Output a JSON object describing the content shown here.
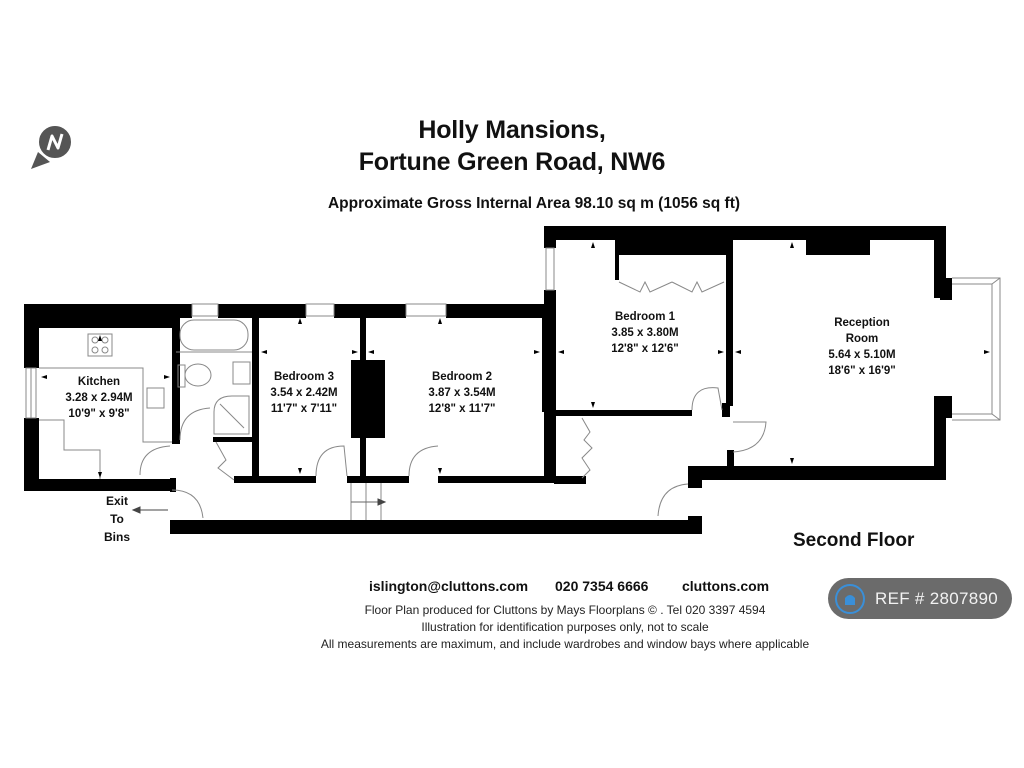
{
  "header": {
    "title_line1": "Holly Mansions,",
    "title_line2": "Fortune Green Road, NW6",
    "area_text": "Approximate Gross Internal Area  98.10 sq m  (1056 sq ft)"
  },
  "compass": {
    "icon": "north-compass-icon",
    "letter": "N"
  },
  "rooms": [
    {
      "name": "Kitchen",
      "metric": "3.28 x 2.94M",
      "imperial": "10'9\" x 9'8\""
    },
    {
      "name": "Bedroom 3",
      "metric": "3.54 x 2.42M",
      "imperial": "11'7\" x 7'11\""
    },
    {
      "name": "Bedroom 2",
      "metric": "3.87 x 3.54M",
      "imperial": "12'8\" x 11'7\""
    },
    {
      "name": "Bedroom 1",
      "metric": "3.85 x 3.80M",
      "imperial": "12'8\" x 12'6\""
    },
    {
      "name_line1": "Reception",
      "name_line2": "Room",
      "metric": "5.64 x 5.10M",
      "imperial": "18'6\" x 16'9\""
    }
  ],
  "exit": {
    "line1": "Exit",
    "line2": "To",
    "line3": "Bins"
  },
  "floor_label": "Second Floor",
  "contacts": {
    "email": "islington@cluttons.com",
    "phone": "020 7354 6666",
    "website": "cluttons.com"
  },
  "footer": {
    "line1": "Floor Plan produced for Cluttons by Mays Floorplans  © . Tel 020 3397 4594",
    "line2": "Illustration for identification purposes only, not to scale",
    "line3": "All measurements are maximum, and include wardrobes and window bays where applicable"
  },
  "ref_badge": {
    "text": "REF # 2807890",
    "icon": "home-icon",
    "accent": "#3a8fd8",
    "background": "#6b6b6b"
  }
}
